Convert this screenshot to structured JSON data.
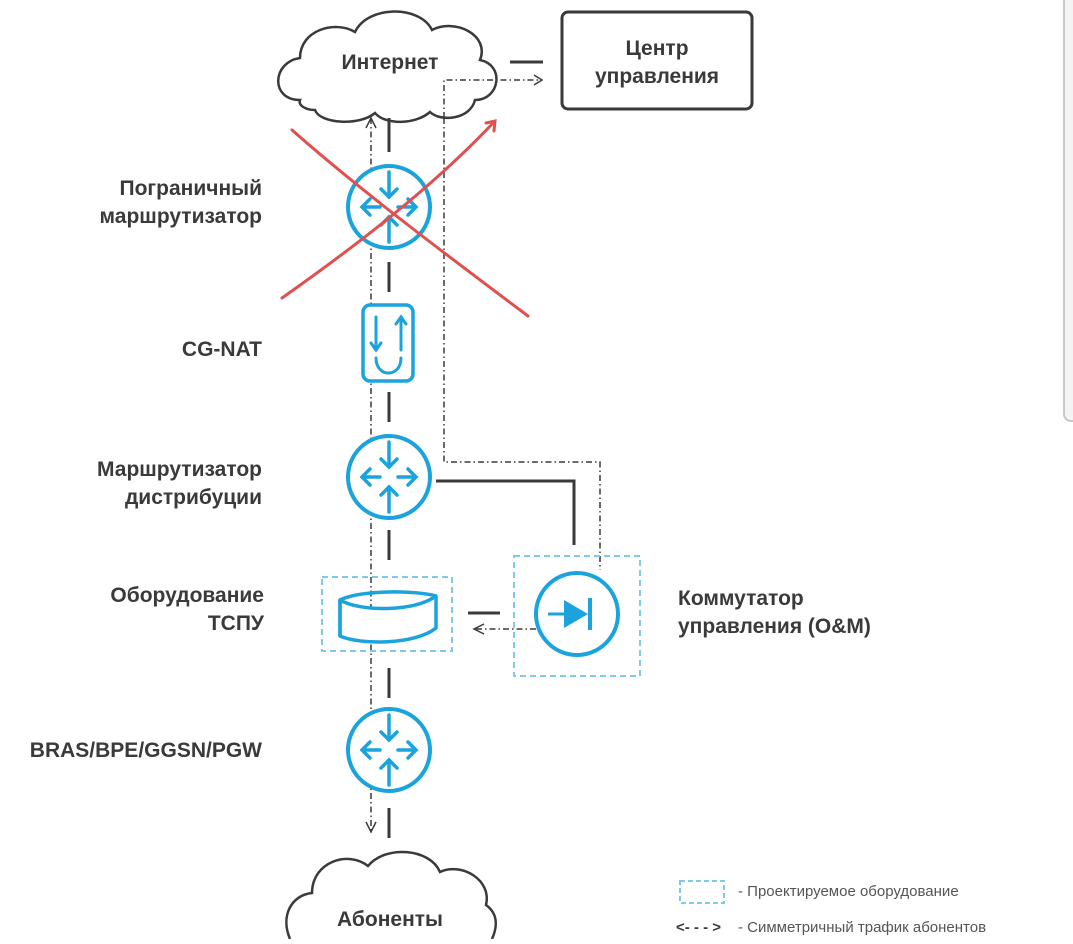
{
  "nodes": {
    "internet": "Интернет",
    "control_center_line1": "Центр",
    "control_center_line2": "управления",
    "border_router_line1": "Пограничный",
    "border_router_line2": "маршрутизатор",
    "cgnat": "CG-NAT",
    "dist_router_line1": "Маршрутизатор",
    "dist_router_line2": "дистрибуции",
    "tspu_line1": "Оборудование",
    "tspu_line2": "ТСПУ",
    "om_switch_line1": "Коммутатор",
    "om_switch_line2": "управления (O&M)",
    "bras": "BRAS/BPE/GGSN/PGW",
    "subscribers": "Абоненты"
  },
  "legend": {
    "planned": "- Проектируемое оборудование",
    "symmetric": "- Симметричный трафик абонентов",
    "arrow_symbol": "<- - - >"
  },
  "colors": {
    "device_blue": "#1aa3dd",
    "device_fill": "#ffffff",
    "line_gray": "#3a3a3a",
    "dashed_box": "#7fc9ea",
    "cross_red": "#e0504f"
  }
}
